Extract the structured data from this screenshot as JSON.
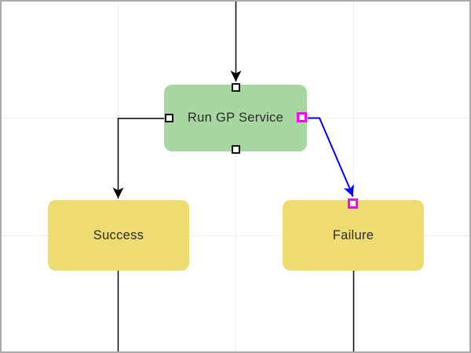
{
  "canvas": {
    "background": "#ffffff",
    "border_color": "#ababab",
    "grid_color": "#ededed"
  },
  "colors": {
    "edge": "#000000",
    "edge_selected": "#0000ff",
    "port_highlight": "#ff00ff",
    "port_stroke": "#111111",
    "node_process_fill": "#a6d7a0",
    "node_outcome_fill": "#eedc72",
    "label_text": "#2b2b2b"
  },
  "nodes": {
    "process": {
      "label": "Run GP Service"
    },
    "success": {
      "label": "Success"
    },
    "failure": {
      "label": "Failure"
    }
  },
  "edges": [
    {
      "name": "incoming-to-process",
      "color": "#000000",
      "state": "default"
    },
    {
      "name": "process-to-success",
      "color": "#000000",
      "state": "default"
    },
    {
      "name": "process-to-failure",
      "color": "#0000ff",
      "state": "selected"
    },
    {
      "name": "success-outgoing",
      "color": "#000000",
      "state": "default"
    },
    {
      "name": "failure-outgoing",
      "color": "#000000",
      "state": "default"
    }
  ],
  "ports": {
    "process_top": "default",
    "process_left": "default",
    "process_bottom": "default",
    "process_right": "highlighted",
    "failure_top": "highlighted"
  }
}
